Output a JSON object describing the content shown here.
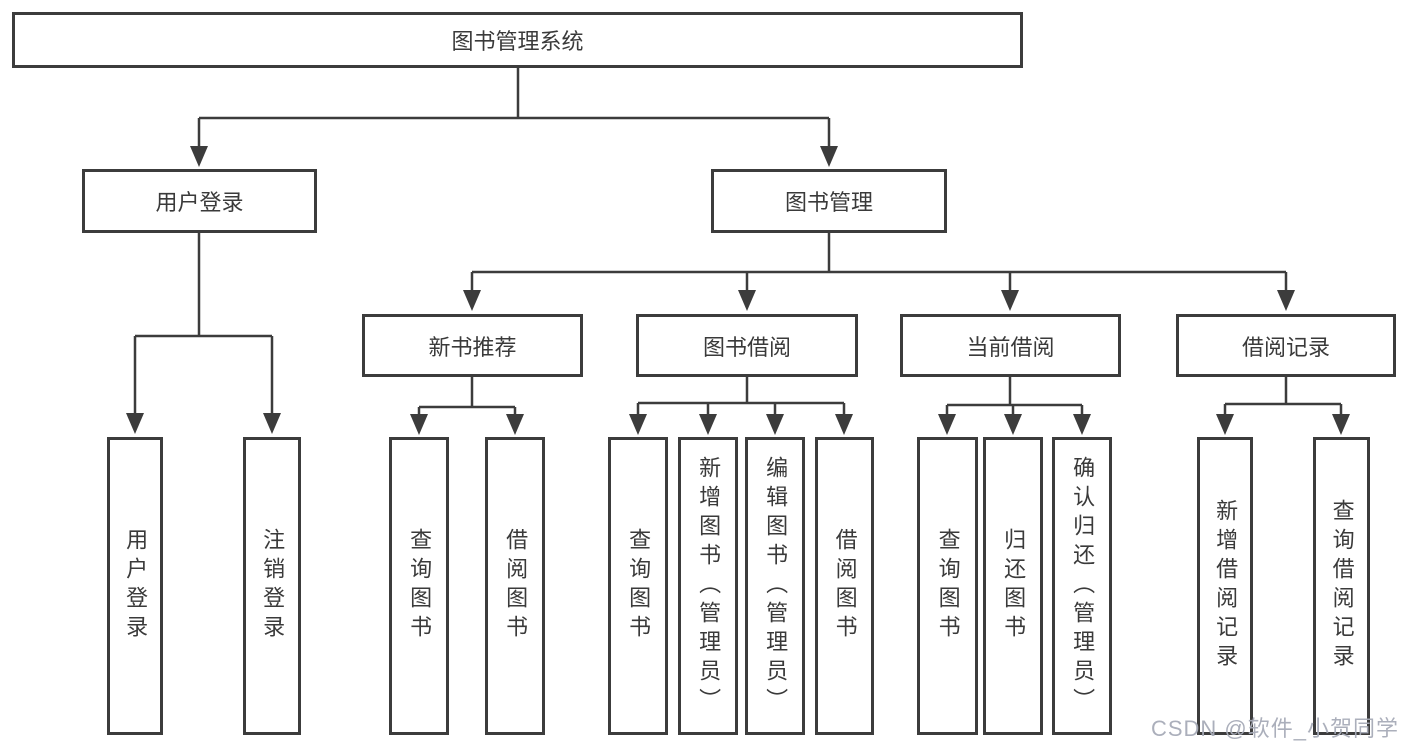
{
  "diagram": {
    "tree": {
      "root": {
        "label": "图书管理系统",
        "children": [
          {
            "label": "用户登录",
            "children": [
              {
                "label": "用户登录"
              },
              {
                "label": "注销登录"
              }
            ]
          },
          {
            "label": "图书管理",
            "children": [
              {
                "label": "新书推荐",
                "children": [
                  {
                    "label": "查询图书"
                  },
                  {
                    "label": "借阅图书"
                  }
                ]
              },
              {
                "label": "图书借阅",
                "children": [
                  {
                    "label": "查询图书"
                  },
                  {
                    "label": "新增图书（管理员）"
                  },
                  {
                    "label": "编辑图书（管理员）"
                  },
                  {
                    "label": "借阅图书"
                  }
                ]
              },
              {
                "label": "当前借阅",
                "children": [
                  {
                    "label": "查询图书"
                  },
                  {
                    "label": "归还图书"
                  },
                  {
                    "label": "确认归还（管理员）"
                  }
                ]
              },
              {
                "label": "借阅记录",
                "children": [
                  {
                    "label": "新增借阅记录"
                  },
                  {
                    "label": "查询借阅记录"
                  }
                ]
              }
            ]
          }
        ]
      }
    },
    "colors": {
      "line": "#3c3c3c",
      "text": "#3a3a3a",
      "background": "#ffffff",
      "watermark": "#a7abb8"
    }
  },
  "watermark": {
    "label": "CSDN @软件_小贺同学"
  }
}
